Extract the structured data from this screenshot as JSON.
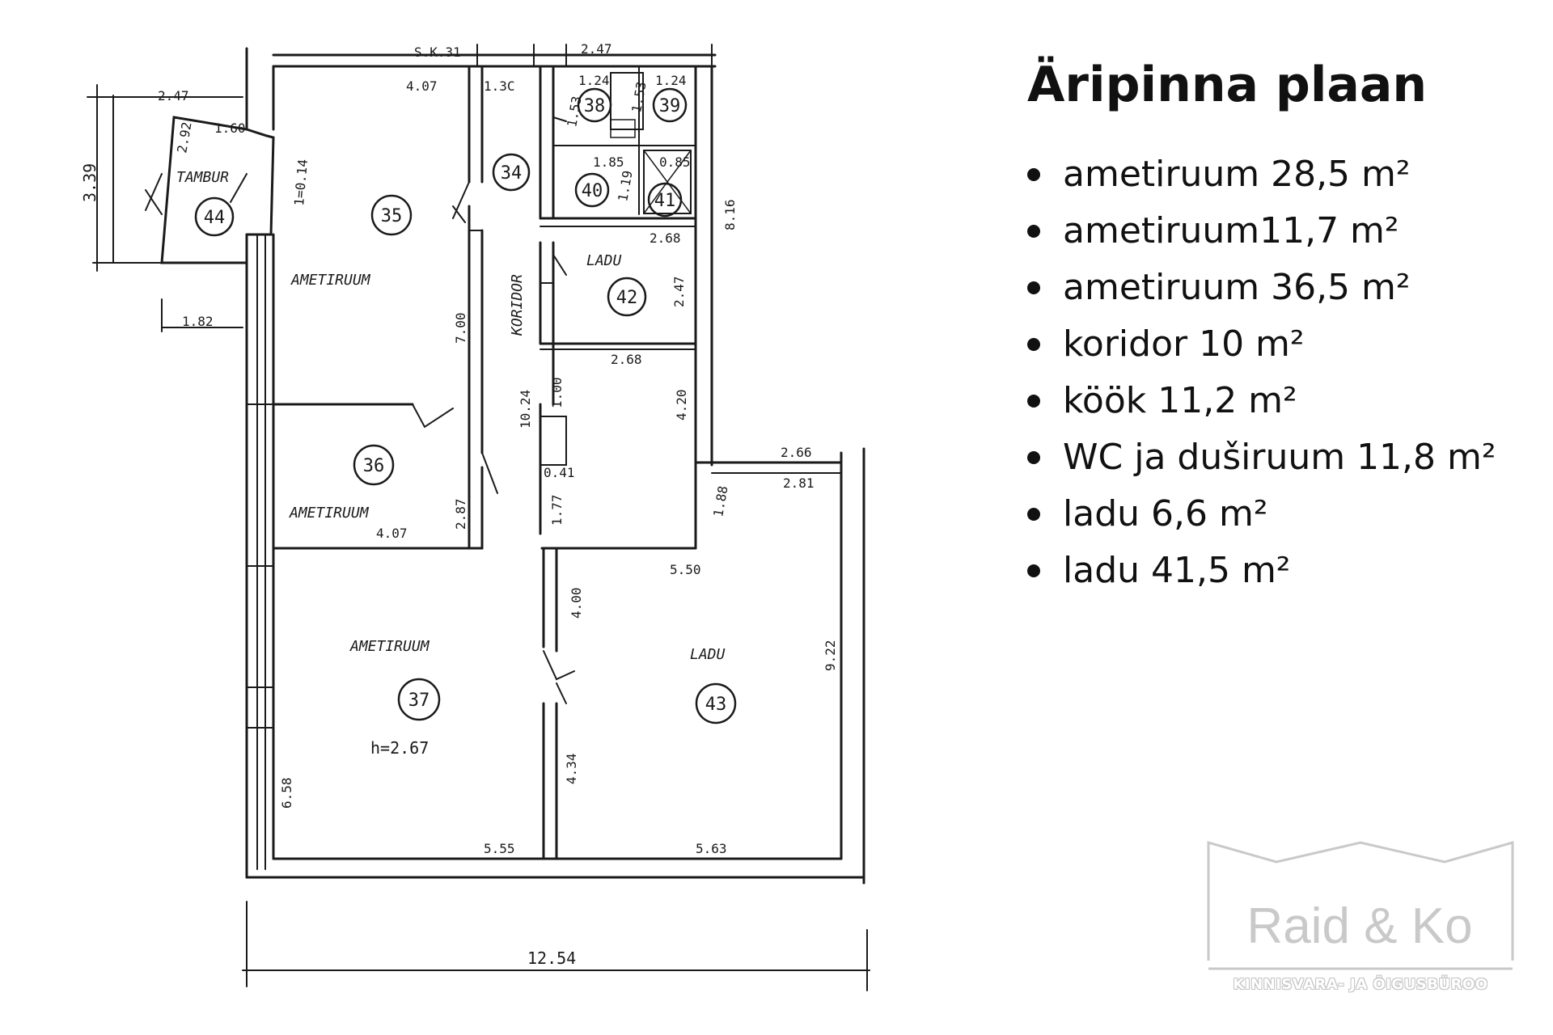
{
  "title": "Äripinna plaan",
  "areas": [
    "ametiruum 28,5 m²",
    "ametiruum11,7 m²",
    "ametiruum 36,5 m²",
    "koridor 10 m²",
    "köök 11,2 m²",
    "WC ja duširuum 11,8 m²",
    "ladu 6,6 m²",
    "ladu 41,5 m²"
  ],
  "floor_plan": {
    "room_numbers": [
      "34",
      "35",
      "36",
      "37",
      "38",
      "39",
      "40",
      "41",
      "42",
      "43",
      "44"
    ],
    "room_labels": {
      "tambur": "TAMBUR",
      "ametiruum": "AMETIRUUM",
      "koridor": "KORIDOR",
      "ladu_small": "LADU",
      "ladu_large": "LADU"
    },
    "dimensions": {
      "d_sk": "S.K.31",
      "d_247": "2.47",
      "d_407_top": "4.07",
      "d_130": "1.3C",
      "d_124a": "1.24",
      "d_124b": "1.24",
      "d_153a": "1.53",
      "d_153b": "1.53",
      "d_249": "2.47",
      "d_160": "1.60",
      "d_292": "2.92",
      "d_339": "3.39",
      "d_014": "1=0.14",
      "d_185": "1.85",
      "d_119": "1.19",
      "d_085": "0.85",
      "d_816": "8.16",
      "d_268a": "2.68",
      "d_247b": "2.47",
      "d_268b": "2.68",
      "d_182": "1.82",
      "d_700": "7.00",
      "d_1024": "10.24",
      "d_100": "1.00",
      "d_420": "4.20",
      "d_041": "0.41",
      "d_177": "1.77",
      "d_266": "2.66",
      "d_281": "2.81",
      "d_188": "1.88",
      "d_287": "2.87",
      "d_407_bottom": "4.07",
      "d_550": "5.50",
      "d_400": "4.00",
      "d_922": "9.22",
      "d_267": "h=2.67",
      "d_434": "4.34",
      "d_658": "6.58",
      "d_555": "5.55",
      "d_563": "5.63",
      "d_1254": "12.54"
    }
  },
  "logo": {
    "name": "Raid & Ko",
    "tagline": "KINNISVARA- JA ÕIGUSBÜROO"
  }
}
